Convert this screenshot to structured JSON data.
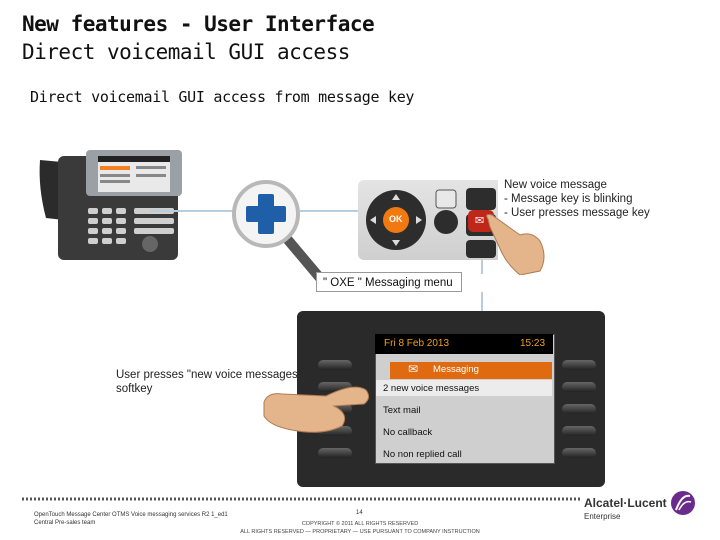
{
  "slide": {
    "title_line1": "New features - User Interface",
    "title_line2": "Direct voicemail GUI access",
    "subtitle": "Direct voicemail GUI access from message key"
  },
  "annotations": {
    "new_message": [
      "New voice message",
      "- Message key is blinking",
      "- User presses message key"
    ],
    "menu_label": "\" OXE \" Messaging menu",
    "user_presses": [
      "User presses \"new voice messages\"",
      "softkey"
    ]
  },
  "keypad": {
    "ok_label": "OK"
  },
  "phone_screen": {
    "date": "Fri 8 Feb 2013",
    "time": "15:23",
    "tab_label": "Messaging",
    "rows": [
      "2 new voice messages",
      "Text mail",
      "No callback",
      "No non replied call"
    ]
  },
  "footer": {
    "left_line1": "OpenTouch Message Center OTMS Voice messaging services R2 1_ed1",
    "left_line2": "Central Pre-sales team",
    "page": "14",
    "copyright_line1": "COPYRIGHT © 2011 ALL RIGHTS RESERVED",
    "copyright_line2": "ALL RIGHTS RESERVED — PROPRIETARY — USE PURSUANT TO COMPANY INSTRUCTION",
    "logo_name": "Alcatel·Lucent",
    "logo_sub": "Enterprise"
  },
  "colors": {
    "accent_orange": "#e06a10",
    "zoom_blue": "#1e5fa8",
    "connector": "#b9cde0"
  }
}
